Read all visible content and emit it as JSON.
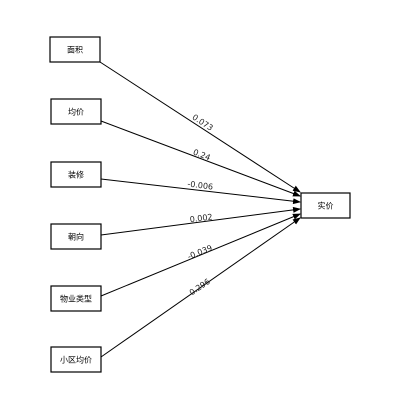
{
  "target": {
    "label": "实价"
  },
  "factors": [
    {
      "label": "面积",
      "coef": "0.073"
    },
    {
      "label": "均价",
      "coef": "0.24"
    },
    {
      "label": "装修",
      "coef": "-0.006"
    },
    {
      "label": "朝向",
      "coef": "0.002"
    },
    {
      "label": "物业类型",
      "coef": "-0.039"
    },
    {
      "label": "小区均价",
      "coef": "0.296"
    }
  ]
}
